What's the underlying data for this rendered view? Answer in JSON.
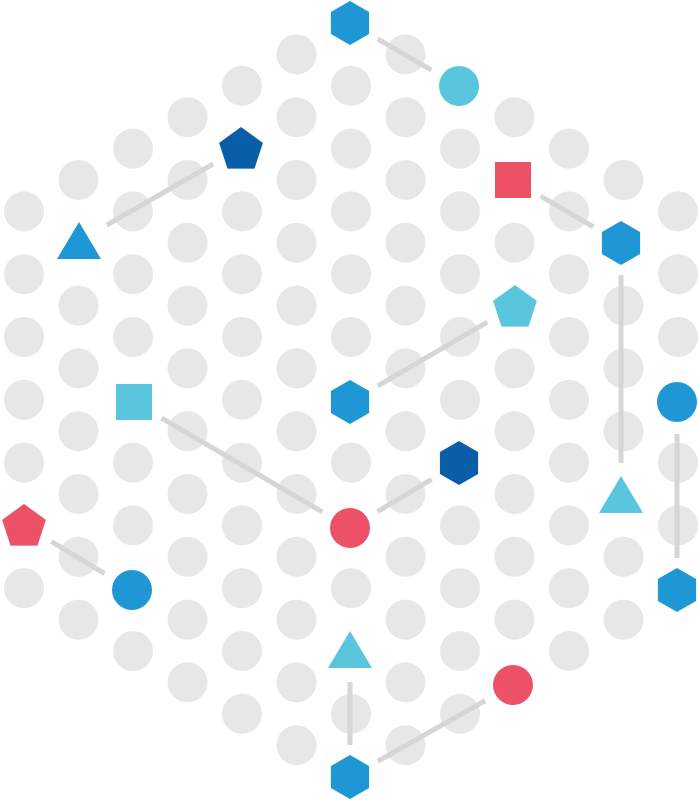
{
  "colors": {
    "background": "#ffffff",
    "grid_dot": "#e7e7e8",
    "edge": "#d6d6d6",
    "blue": "#1f97d4",
    "navy": "#0a5ea8",
    "cyan": "#5ac6dd",
    "red": "#ec5168"
  },
  "nodes": [
    {
      "id": "n1",
      "shape": "hexagon",
      "color": "blue"
    },
    {
      "id": "n2",
      "shape": "circle",
      "color": "cyan"
    },
    {
      "id": "n3",
      "shape": "pentagon",
      "color": "navy"
    },
    {
      "id": "n4",
      "shape": "triangle",
      "color": "blue"
    },
    {
      "id": "n5",
      "shape": "square",
      "color": "red"
    },
    {
      "id": "n6",
      "shape": "hexagon",
      "color": "blue"
    },
    {
      "id": "n7",
      "shape": "pentagon",
      "color": "cyan"
    },
    {
      "id": "n8",
      "shape": "hexagon",
      "color": "blue"
    },
    {
      "id": "n9",
      "shape": "square",
      "color": "cyan"
    },
    {
      "id": "n10",
      "shape": "circle",
      "color": "blue"
    },
    {
      "id": "n11",
      "shape": "hexagon",
      "color": "navy"
    },
    {
      "id": "n12",
      "shape": "circle",
      "color": "red"
    },
    {
      "id": "n13",
      "shape": "triangle",
      "color": "cyan"
    },
    {
      "id": "n14",
      "shape": "pentagon",
      "color": "red"
    },
    {
      "id": "n15",
      "shape": "circle",
      "color": "blue"
    },
    {
      "id": "n16",
      "shape": "hexagon",
      "color": "blue"
    },
    {
      "id": "n17",
      "shape": "triangle",
      "color": "cyan"
    },
    {
      "id": "n18",
      "shape": "circle",
      "color": "red"
    },
    {
      "id": "n19",
      "shape": "hexagon",
      "color": "blue"
    }
  ],
  "edges": [
    [
      "n1",
      "n2"
    ],
    [
      "n3",
      "n4"
    ],
    [
      "n5",
      "n6"
    ],
    [
      "n6",
      "n17"
    ],
    [
      "n7",
      "n8"
    ],
    [
      "n9",
      "n12"
    ],
    [
      "n11",
      "n12"
    ],
    [
      "n10",
      "n16"
    ],
    [
      "n14",
      "n15"
    ],
    [
      "n13",
      "n19"
    ],
    [
      "n19",
      "n18"
    ]
  ]
}
